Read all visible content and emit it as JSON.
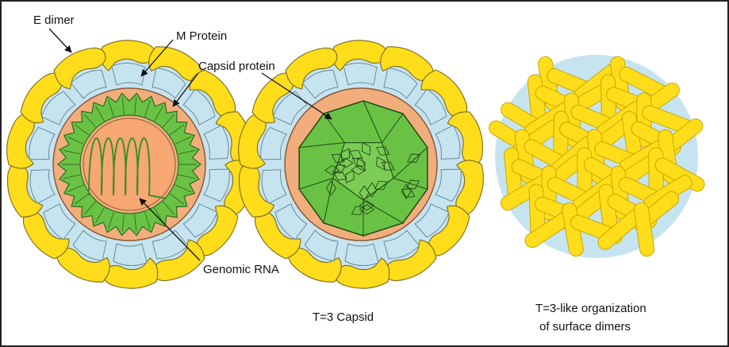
{
  "labels": {
    "e_dimer": "E dimer",
    "m_protein": "M Protein",
    "capsid_protein": "Capsid protein",
    "genomic_rna": "Genomic RNA",
    "t3_capsid": "T=3 Capsid",
    "t3_like_line1": "T=3-like organization",
    "t3_like_line2": "of surface dimers"
  },
  "colors": {
    "envelope_yellow": "#ffdd1a",
    "membrane_blue": "#c6e4f0",
    "lipid_orange": "#f1ae7c",
    "capsid_green": "#69c244",
    "core_orange": "#f7a772",
    "rna_green": "#3d8f2c",
    "outline": "#7a6a20"
  }
}
